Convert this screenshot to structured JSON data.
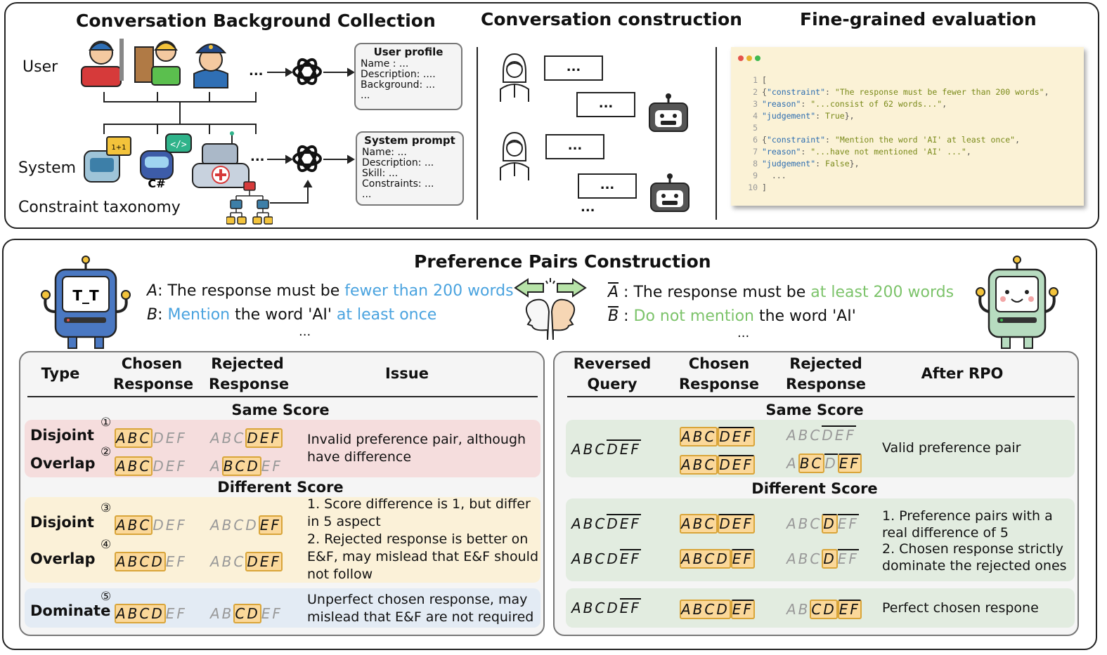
{
  "top": {
    "sections": {
      "background": "Conversation Background Collection",
      "construction": "Conversation construction",
      "evaluation": "Fine-grained evaluation"
    },
    "row_labels": {
      "user": "User",
      "system": "System",
      "taxonomy": "Constraint taxonomy"
    },
    "ellipsis": "...",
    "user_profile": {
      "title": "User profile",
      "lines": [
        "Name : ...",
        "Description: ....",
        "Background: ...",
        "..."
      ]
    },
    "system_prompt": {
      "title": "System prompt",
      "lines": [
        "Name: ...",
        "Description: ...",
        "Skill: ...",
        "Constraints: ...",
        "..."
      ]
    },
    "bubble_text": "...",
    "code_lines": [
      {
        "n": "1",
        "parts": [
          [
            "cp",
            "["
          ]
        ]
      },
      {
        "n": "2",
        "parts": [
          [
            "cp",
            "{"
          ],
          [
            "ck",
            "\"constraint\""
          ],
          [
            "cp",
            ": "
          ],
          [
            "cs",
            "\"The response must be fewer than 200 words\""
          ],
          [
            "cp",
            ","
          ]
        ]
      },
      {
        "n": "3",
        "parts": [
          [
            "ck",
            "\"reason\""
          ],
          [
            "cp",
            ": "
          ],
          [
            "cs",
            "\"...consist of 62 words...\""
          ],
          [
            "cp",
            ","
          ]
        ]
      },
      {
        "n": "4",
        "parts": [
          [
            "ck",
            "\"judgement\""
          ],
          [
            "cp",
            ": "
          ],
          [
            "cs",
            "True"
          ],
          [
            "cp",
            "},"
          ]
        ]
      },
      {
        "n": "5",
        "parts": []
      },
      {
        "n": "6",
        "parts": [
          [
            "cp",
            "{"
          ],
          [
            "ck",
            "\"constraint\""
          ],
          [
            "cp",
            ": "
          ],
          [
            "cs",
            "\"Mention the word 'AI' at least once\""
          ],
          [
            "cp",
            ","
          ]
        ]
      },
      {
        "n": "7",
        "parts": [
          [
            "ck",
            "\"reason\""
          ],
          [
            "cp",
            ": "
          ],
          [
            "cs",
            "\"...have not mentioned 'AI' ...\""
          ],
          [
            "cp",
            ","
          ]
        ]
      },
      {
        "n": "8",
        "parts": [
          [
            "ck",
            "\"judgement\""
          ],
          [
            "cp",
            ": "
          ],
          [
            "cs",
            "False"
          ],
          [
            "cp",
            "},"
          ]
        ]
      },
      {
        "n": "9",
        "parts": [
          [
            "cp",
            "  ..."
          ]
        ]
      },
      {
        "n": "10",
        "parts": [
          [
            "cp",
            "]"
          ]
        ]
      }
    ]
  },
  "bottom": {
    "title": "Preference Pairs Construction",
    "constraints_left": {
      "a_letter": "A",
      "a_pre": ": The response must be ",
      "a_hl": "fewer than 200 words",
      "b_letter": "B",
      "b_pre": ": ",
      "b_hl1": "Mention",
      "b_mid": " the word 'AI' ",
      "b_hl2": "at least once",
      "more": "..."
    },
    "constraints_right": {
      "a_letter": "A",
      "a_pre": " : The response must be ",
      "a_hl": "at least 200 words",
      "b_letter": "B",
      "b_pre": " : ",
      "b_hl": "Do not mention",
      "b_post": " the word 'AI'",
      "more": "..."
    },
    "robot_face_left": "T_T",
    "left_table": {
      "headers": [
        "Type",
        "Chosen Response",
        "Rejected Response",
        "Issue"
      ],
      "same_score": "Same Score",
      "different_score": "Different Score",
      "rows": {
        "disjoint1": "Disjoint",
        "overlap1": "Overlap",
        "disjoint2": "Disjoint",
        "overlap2": "Overlap",
        "dominate": "Dominate"
      },
      "markers": [
        "①",
        "②",
        "③",
        "④",
        "⑤"
      ],
      "issue_same": "Invalid preference pair, although have difference",
      "issue_diff": "1. Score difference is 1, but differ in  5 aspect\n2. Rejected response is better on E&F, may mislead that E&F should not follow",
      "issue_dom": "Unperfect chosen response, may mislead that E&F are not required"
    },
    "right_table": {
      "headers": [
        "Reversed Query",
        "Chosen Response",
        "Rejected Response",
        "After RPO"
      ],
      "same_score": "Same Score",
      "different_score": "Different Score",
      "issue_same": "Valid preference pair",
      "issue_diff": "1. Preference pairs with a real difference of 5\n2. Chosen response strictly dominate the rejected ones",
      "issue_dom": "Perfect chosen respone"
    },
    "letters": [
      "A",
      "B",
      "C",
      "D",
      "E",
      "F"
    ]
  },
  "colors": {
    "pink_band": "#f5dddd",
    "yellow_band": "#fbf1d8",
    "blue_band": "#e3ebf4",
    "green_band": "#e2ece0",
    "highlight": "#fbd89a",
    "blue_text": "#4aa3df",
    "green_text": "#7cc36a"
  }
}
